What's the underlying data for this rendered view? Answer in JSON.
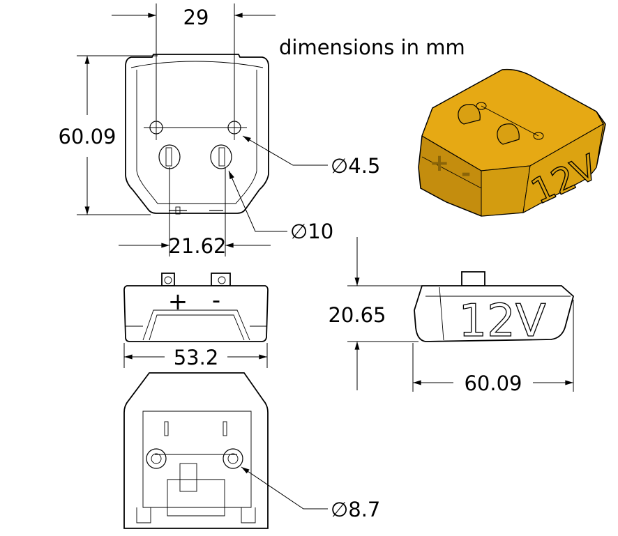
{
  "note": "dimensions in mm",
  "top_view": {
    "width_between_holes": "29",
    "length": "60.09",
    "hole_dia": "∅4.5",
    "slot_dia": "∅10",
    "slot_spacing": "21.62"
  },
  "front_view": {
    "width": "53.2",
    "plus": "+",
    "minus": "-"
  },
  "side_view": {
    "height": "20.65",
    "length": "60.09",
    "label": "12V"
  },
  "bottom_view": {
    "hole_dia": "∅8.7"
  },
  "render": {
    "label": "12V",
    "plus": "+",
    "minus": "-",
    "color": "#e6a914",
    "shade": "#c48d0e"
  }
}
